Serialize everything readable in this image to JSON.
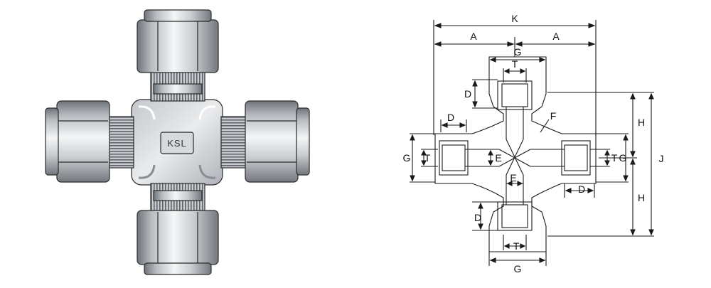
{
  "product_view": {
    "brand_label": "KSL"
  },
  "dimension_labels": {
    "K": "K",
    "A_left": "A",
    "A_right": "A",
    "G_top": "G",
    "T_top": "T",
    "D_top": "D",
    "D_left": "D",
    "F": "F",
    "H_top": "H",
    "J": "J",
    "G_left": "G",
    "T_left": "T",
    "E_horizontal": "E",
    "T_right": "T",
    "G_right": "G",
    "E_vertical": "E",
    "D_right": "D",
    "H_bottom": "H",
    "D_bottom": "D",
    "T_bottom": "T",
    "G_bottom": "G"
  },
  "colors": {
    "metal_light": "#eef0f2",
    "metal_mid": "#b9bdc2",
    "metal_dark": "#6f747a",
    "line": "#1a1a1a"
  }
}
